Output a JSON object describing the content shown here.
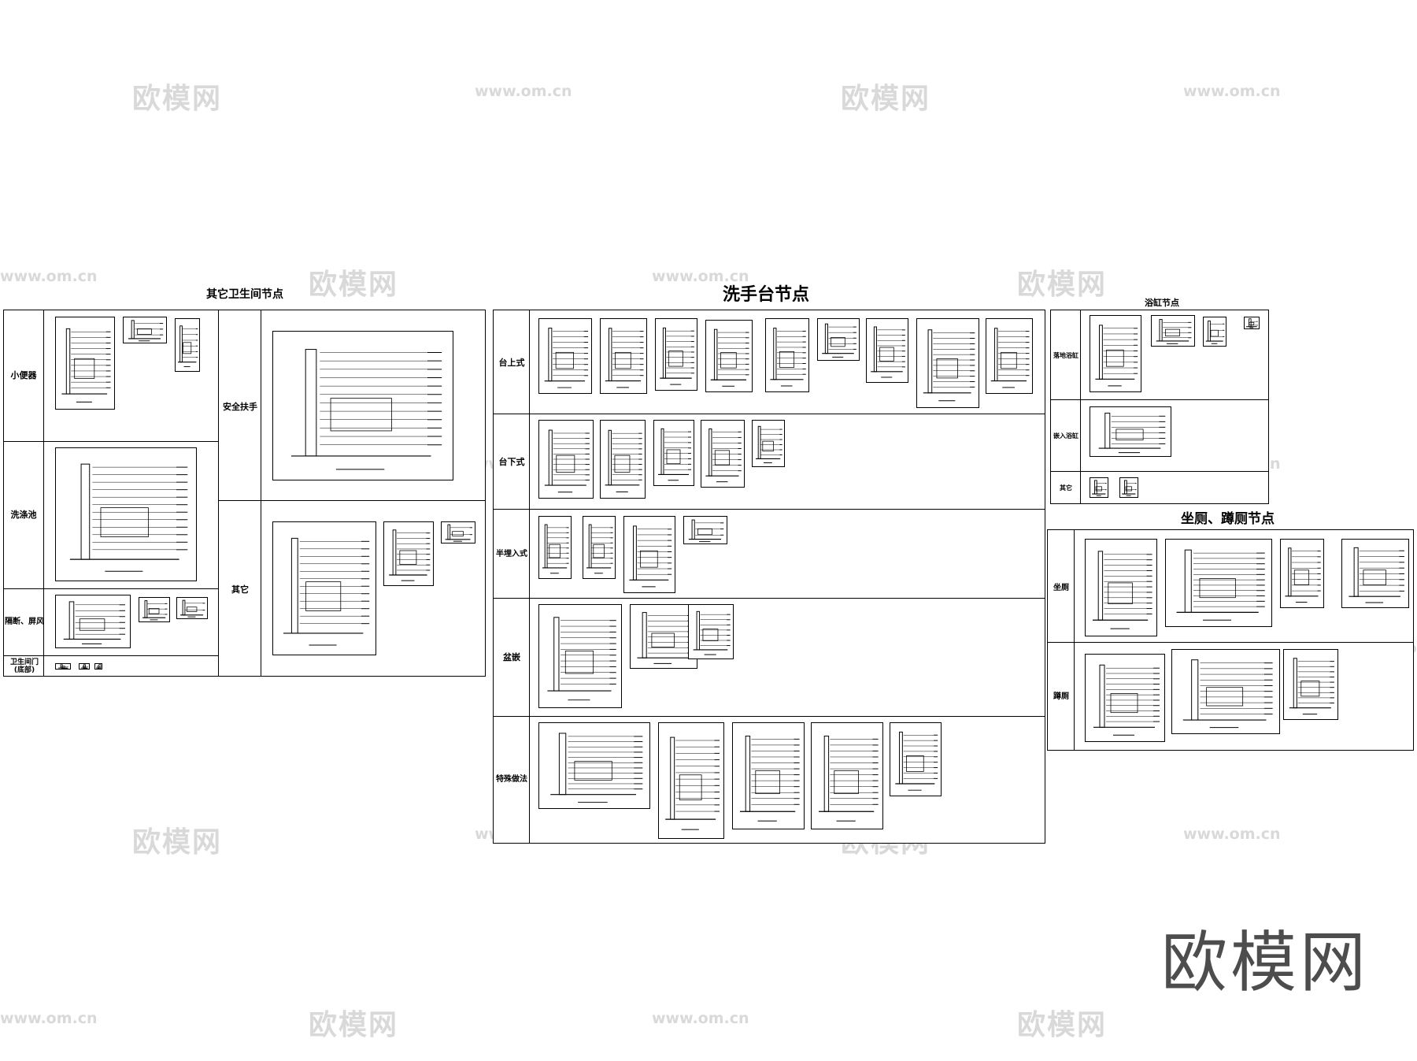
{
  "watermark": {
    "cn": "欧模网",
    "url": "www.om.cn",
    "url_partial": "om.cn"
  },
  "logo": "欧模网",
  "panels": {
    "other_bath": {
      "title": "其它卫生间节点",
      "rows": [
        "小便器",
        "洗涤池",
        "隔断、屏风",
        "卫生间门\n(底部)"
      ],
      "right_rows": [
        "安全扶手",
        "其它"
      ]
    },
    "washbasin": {
      "title": "洗手台节点",
      "rows": [
        "台上式",
        "台下式",
        "半埋入式",
        "盆嵌",
        "特殊做法"
      ]
    },
    "bathtub": {
      "title": "浴缸节点",
      "rows": [
        "落地浴缸",
        "嵌入浴缸",
        "其它"
      ]
    },
    "toilet": {
      "title": "坐厕、蹲厕节点",
      "rows": [
        "坐厕",
        "蹲厕"
      ]
    }
  }
}
